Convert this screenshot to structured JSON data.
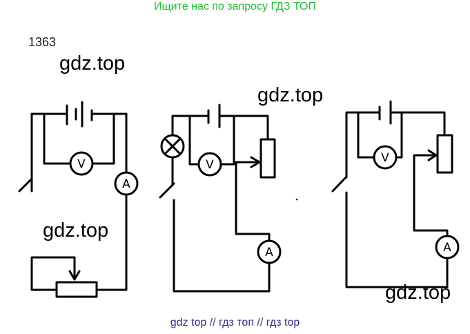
{
  "header": {
    "text": "Ищите нас по запросу ГДЗ ТОП"
  },
  "problem": {
    "number": "1363"
  },
  "watermarks": [
    "gdz.top",
    "gdz.top",
    "gdz.top",
    "gdz.top"
  ],
  "meters": {
    "voltmeter": "V",
    "ammeter": "A"
  },
  "footer": {
    "text": "gdz top  //  гдз топ  //  гдз top"
  },
  "colors": {
    "header": "#22bb33",
    "footer": "#3a2a8a",
    "lines": "#000000"
  }
}
